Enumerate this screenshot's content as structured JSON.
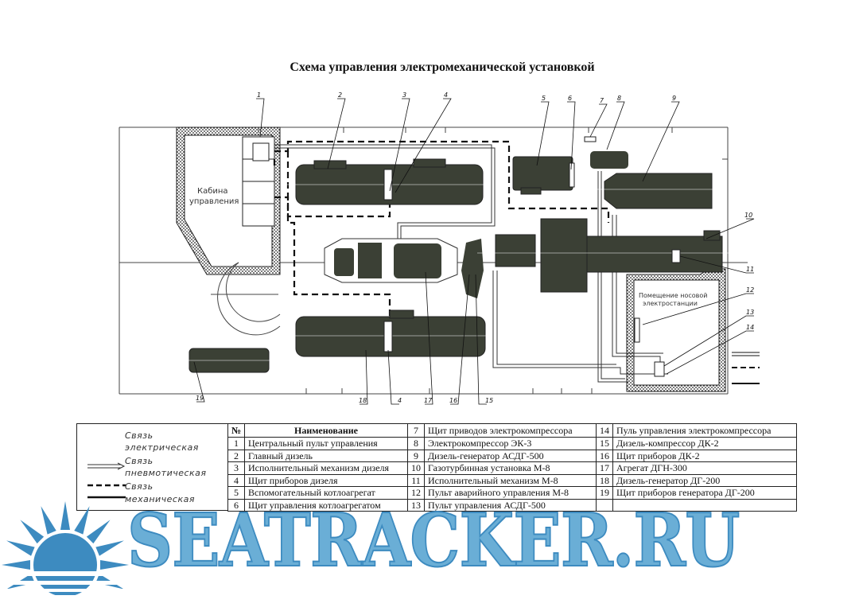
{
  "title": "Схема управления электромеханической установкой",
  "labels": {
    "cabin": [
      "Кабина",
      "управления"
    ],
    "pump_room": [
      "Помещение носовой",
      "электростанции"
    ]
  },
  "callouts": [
    "1",
    "2",
    "3",
    "4",
    "5",
    "6",
    "7",
    "8",
    "9",
    "10",
    "11",
    "12",
    "13",
    "14",
    "15",
    "16",
    "17",
    "18",
    "19",
    "4"
  ],
  "legend": [
    {
      "line1": "Связь",
      "line2": "электрическая"
    },
    {
      "line1": "Связь",
      "line2": "пневмотическая"
    },
    {
      "line1": "Связь",
      "line2": "механическая"
    }
  ],
  "table": {
    "header_num": "№",
    "header_name": "Наименование",
    "rows": [
      [
        {
          "n": "1",
          "t": "Центральный пульт управления"
        },
        {
          "n": "7",
          "t": "Щит приводов электрокомпрессора"
        },
        {
          "n": "14",
          "t": "Пуль управления электрокомпрессора"
        }
      ],
      [
        {
          "n": "2",
          "t": "Главный дизель"
        },
        {
          "n": "8",
          "t": "Электрокомпрессор ЭК-3"
        },
        {
          "n": "15",
          "t": "Дизель-компрессор ДК-2"
        }
      ],
      [
        {
          "n": "3",
          "t": "Исполнительный механизм дизеля"
        },
        {
          "n": "9",
          "t": "Дизель-генератор АСДГ-500"
        },
        {
          "n": "16",
          "t": "Щит приборов ДК-2"
        }
      ],
      [
        {
          "n": "4",
          "t": "Щит приборов дизеля"
        },
        {
          "n": "10",
          "t": "Газотурбинная установка М-8"
        },
        {
          "n": "17",
          "t": "Агрегат ДГН-300"
        }
      ],
      [
        {
          "n": "5",
          "t": "Вспомогательный котлоагрегат"
        },
        {
          "n": "11",
          "t": "Исполнительный механизм М-8"
        },
        {
          "n": "18",
          "t": "Дизель-генератор ДГ-200"
        }
      ],
      [
        {
          "n": "6",
          "t": "Щит управления котлоагрегатом"
        },
        {
          "n": "12",
          "t": "Пульт аварийного управления М-8"
        },
        {
          "n": "19",
          "t": "Щит приборов генератора ДГ-200"
        }
      ],
      [
        {
          "n": "",
          "t": ""
        },
        {
          "n": "13",
          "t": "Пульт управления АСДГ-500"
        },
        {
          "n": "",
          "t": ""
        }
      ]
    ]
  },
  "watermark": "SEATRACKER.RU",
  "colors": {
    "machinery": "#3b4035",
    "watermark": "#6aaed6",
    "hatch": "#222222"
  }
}
